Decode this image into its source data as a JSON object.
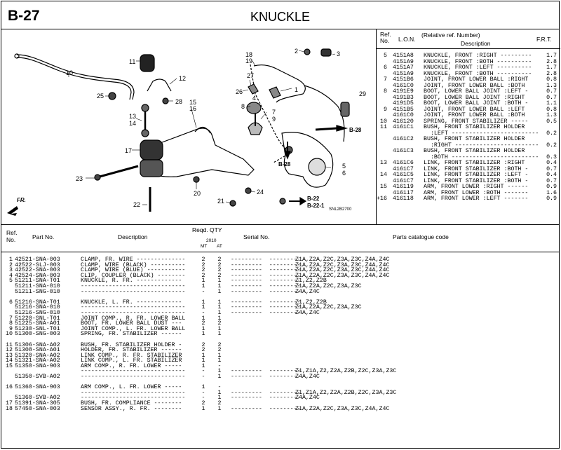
{
  "header": {
    "code": "B-27",
    "title": "KNUCKLE"
  },
  "diagram": {
    "callouts": [
      "10",
      "11",
      "12",
      "25",
      "28",
      "13",
      "14",
      "15",
      "16",
      "17",
      "23",
      "22",
      "20",
      "21",
      "24",
      "18",
      "19",
      "2",
      "3",
      "27",
      "26",
      "4",
      "1",
      "29",
      "8",
      "7",
      "9",
      "5",
      "6"
    ],
    "ref_labels": [
      "B-28",
      "B-28",
      "B-22",
      "B-22-1"
    ],
    "fr_label": "FR.",
    "figure_code": "SNL2B2700"
  },
  "lon_panel": {
    "headers": {
      "ref_no": "Ref.\nNo.",
      "lon": "L.O.N.",
      "relative": "(Relative ref. Number)",
      "description": "Description",
      "frt": "F.R.T."
    },
    "rows": [
      {
        "n": "5",
        "c": "4151A8",
        "d": "KNUCKLE, FRONT :RIGHT ---------",
        "f": "1.7"
      },
      {
        "n": "",
        "c": "4151A9",
        "d": "KNUCKLE, FRONT :BOTH ----------",
        "f": "2.8"
      },
      {
        "n": "6",
        "c": "4151A7",
        "d": "KNUCKLE, FRONT :LEFT ----------",
        "f": "1.7"
      },
      {
        "n": "",
        "c": "4151A9",
        "d": "KNUCKLE, FRONT :BOTH ----------",
        "f": "2.8"
      },
      {
        "n": "7",
        "c": "4151B6",
        "d": "JOINT, FRONT LOWER BALL :RIGHT",
        "f": "0.8"
      },
      {
        "n": "",
        "c": "4161C0",
        "d": "JOINT, FRONT LOWER BALL :BOTH",
        "f": "1.3"
      },
      {
        "n": "8",
        "c": "4191E9",
        "d": "BOOT, LOWER BALL JOINT :LEFT -",
        "f": "0.7"
      },
      {
        "n": "",
        "c": "4191B3",
        "d": "BOOT, LOWER BALL JOINT :RIGHT",
        "f": "0.7"
      },
      {
        "n": "",
        "c": "4191D5",
        "d": "BOOT, LOWER BALL JOINT :BOTH -",
        "f": "1.1"
      },
      {
        "n": "9",
        "c": "4151B5",
        "d": "JOINT, FRONT LOWER BALL :LEFT",
        "f": "0.8"
      },
      {
        "n": "",
        "c": "4161C0",
        "d": "JOINT, FRONT LOWER BALL :BOTH",
        "f": "1.3"
      },
      {
        "n": "10",
        "c": "416120",
        "d": "SPRING, FRONT STABILIZER -----",
        "f": "0.5"
      },
      {
        "n": "11",
        "c": "4161C1",
        "d": "BUSH, FRONT STABILIZER HOLDER",
        "f": ""
      },
      {
        "n": "",
        "c": "",
        "d": "  :LEFT -------------------------",
        "f": "0.2"
      },
      {
        "n": "",
        "c": "4161C2",
        "d": "BUSH, FRONT STABILIZER HOLDER",
        "f": ""
      },
      {
        "n": "",
        "c": "",
        "d": "  :RIGHT ------------------------",
        "f": "0.2"
      },
      {
        "n": "",
        "c": "4161C3",
        "d": "BUSH, FRONT STABILIZER HOLDER",
        "f": ""
      },
      {
        "n": "",
        "c": "",
        "d": "  :BOTH -------------------------",
        "f": "0.3"
      },
      {
        "n": "13",
        "c": "4161C6",
        "d": "LINK, FRONT STABILIZER :RIGHT",
        "f": "0.4"
      },
      {
        "n": "",
        "c": "4161C7",
        "d": "LINK, FRONT STABILIZER :BOTH -",
        "f": "0.7"
      },
      {
        "n": "14",
        "c": "4161C5",
        "d": "LINK, FRONT STABILIZER :LEFT -",
        "f": "0.4"
      },
      {
        "n": "",
        "c": "4161C7",
        "d": "LINK, FRONT STABILIZER :BOTH -",
        "f": "0.7"
      },
      {
        "n": "15",
        "c": "416119",
        "d": "ARM, FRONT LOWER :RIGHT ------",
        "f": "0.9"
      },
      {
        "n": "",
        "c": "416117",
        "d": "ARM, FRONT LOWER :BOTH -------",
        "f": "1.6"
      },
      {
        "n": "+16",
        "c": "416118",
        "d": "ARM, FRONT LOWER :LEFT -------",
        "f": "0.9"
      }
    ]
  },
  "parts_table": {
    "headers": {
      "ref_no": "Ref.\nNo.",
      "part_no": "Part No.",
      "description": "Description",
      "reqd_qty": "Reqd. QTY",
      "year": "2010",
      "mt": "MT",
      "at": "AT",
      "serial_no": "Serial No.",
      "catalogue_code": "Parts catalogue code"
    },
    "rows": [
      {
        "r": "1",
        "p": "42521-SNA-003",
        "d": "CLAMP, FR. WIRE --------------",
        "mt": "2",
        "at": "2",
        "s": "---------  ---------",
        "c": "Z1A,Z2A,Z2C,Z3A,Z3C,Z4A,Z4C"
      },
      {
        "r": "2",
        "p": "42522-SLJ-003",
        "d": "CLAMP, WIRE (BLACK) ----------",
        "mt": "2",
        "at": "2",
        "s": "---------  ---------",
        "c": "Z1A,Z2A,Z2C,Z3A,Z3C,Z4A,Z4C"
      },
      {
        "r": "3",
        "p": "42522-SNA-003",
        "d": "CLAMP, WIRE (BLUE) -----------",
        "mt": "2",
        "at": "2",
        "s": "---------  ---------",
        "c": "Z1A,Z2A,Z2C,Z3A,Z3C,Z4A,Z4C"
      },
      {
        "r": "4",
        "p": "42524-SNA-003",
        "d": "CLIP, COUPLER (BLACK) --------",
        "mt": "2",
        "at": "2",
        "s": "---------  ---------",
        "c": "Z1A,Z2A,Z2C,Z3A,Z3C,Z4A,Z4C"
      },
      {
        "r": "5",
        "p": "51211-SNA-T01",
        "d": "KNUCKLE, R. FR. -------------",
        "mt": "1",
        "at": "1",
        "s": "---------  ---------",
        "c": "Z1,Z2,Z2B"
      },
      {
        "r": "",
        "p": "51211-SNA-010",
        "d": "------------------------------",
        "mt": "1",
        "at": "1",
        "s": "---------  ---------",
        "c": "Z1A,Z2A,Z2C,Z3A,Z3C"
      },
      {
        "r": "",
        "p": "51211-SNG-010",
        "d": "------------------------------",
        "mt": "-",
        "at": "1",
        "s": "---------  ---------",
        "c": "Z4A,Z4C"
      },
      {
        "gap": true
      },
      {
        "r": "6",
        "p": "51216-SNA-T01",
        "d": "KNUCKLE, L. FR. -------------",
        "mt": "1",
        "at": "1",
        "s": "---------  ---------",
        "c": "Z1,Z2,Z2B"
      },
      {
        "r": "",
        "p": "51216-SNA-010",
        "d": "------------------------------",
        "mt": "1",
        "at": "1",
        "s": "---------  ---------",
        "c": "Z1A,Z2A,Z2C,Z3A,Z3C"
      },
      {
        "r": "",
        "p": "51216-SNG-010",
        "d": "------------------------------",
        "mt": "-",
        "at": "1",
        "s": "---------  ---------",
        "c": "Z4A,Z4C"
      },
      {
        "r": "7",
        "p": "51220-SNL-T01",
        "d": "JOINT COMP., R. FR. LOWER BALL",
        "mt": "1",
        "at": "1",
        "s": "",
        "c": ""
      },
      {
        "r": "8",
        "p": "51225-SNA-A01",
        "d": "BOOT, FR. LOWER BALL DUST ---",
        "mt": "2",
        "at": "2",
        "s": "",
        "c": ""
      },
      {
        "r": "9",
        "p": "51230-SNL-T01",
        "d": "JOINT COMP., L. FR. LOWER BALL",
        "mt": "1",
        "at": "1",
        "s": "",
        "c": ""
      },
      {
        "r": "10",
        "p": "51300-SNG-003",
        "d": "SPRING, FR. STABILIZER ------",
        "mt": "1",
        "at": "1",
        "s": "",
        "c": ""
      },
      {
        "gap": true
      },
      {
        "r": "11",
        "p": "51306-SNA-A02",
        "d": "BUSH, FR. STABILIZER HOLDER -",
        "mt": "2",
        "at": "2",
        "s": "",
        "c": ""
      },
      {
        "r": "12",
        "p": "51308-SNA-A01",
        "d": "HOLDER, FR. STABILIZER ------",
        "mt": "2",
        "at": "2",
        "s": "",
        "c": ""
      },
      {
        "r": "13",
        "p": "51320-SNA-A02",
        "d": "LINK COMP., R. FR. STABILIZER",
        "mt": "1",
        "at": "1",
        "s": "",
        "c": ""
      },
      {
        "r": "14",
        "p": "51321-SNA-A02",
        "d": "LINK COMP., L. FR. STABILIZER",
        "mt": "1",
        "at": "1",
        "s": "",
        "c": ""
      },
      {
        "r": "15",
        "p": "51350-SNA-903",
        "d": "ARM COMP., R. FR. LOWER -----",
        "mt": "1",
        "at": "-",
        "s": "",
        "c": ""
      },
      {
        "r": "",
        "p": "",
        "d": "------------------------------",
        "mt": "-",
        "at": "1",
        "s": "---------  ---------",
        "c": "Z1,Z1A,Z2,Z2A,Z2B,Z2C,Z3A,Z3C"
      },
      {
        "r": "",
        "p": "51350-SVB-A02",
        "d": "------------------------------",
        "mt": "-",
        "at": "1",
        "s": "---------  ---------",
        "c": "Z4A,Z4C"
      },
      {
        "gap": true
      },
      {
        "r": "16",
        "p": "51360-SNA-903",
        "d": "ARM COMP., L. FR. LOWER -----",
        "mt": "1",
        "at": "-",
        "s": "",
        "c": ""
      },
      {
        "r": "",
        "p": "",
        "d": "------------------------------",
        "mt": "-",
        "at": "1",
        "s": "---------  ---------",
        "c": "Z1,Z1A,Z2,Z2A,Z2B,Z2C,Z3A,Z3C"
      },
      {
        "r": "",
        "p": "51360-SVB-A02",
        "d": "------------------------------",
        "mt": "-",
        "at": "1",
        "s": "---------  ---------",
        "c": "Z4A,Z4C"
      },
      {
        "r": "17",
        "p": "51391-SNA-305",
        "d": "BUSH, FR. COMPLIANCE --------",
        "mt": "2",
        "at": "2",
        "s": "",
        "c": ""
      },
      {
        "r": "18",
        "p": "57450-SNA-003",
        "d": "SENSOR ASSY., R. FR. --------",
        "mt": "1",
        "at": "1",
        "s": "---------  ---------",
        "c": "Z1A,Z2A,Z2C,Z3A,Z3C,Z4A,Z4C"
      }
    ]
  }
}
